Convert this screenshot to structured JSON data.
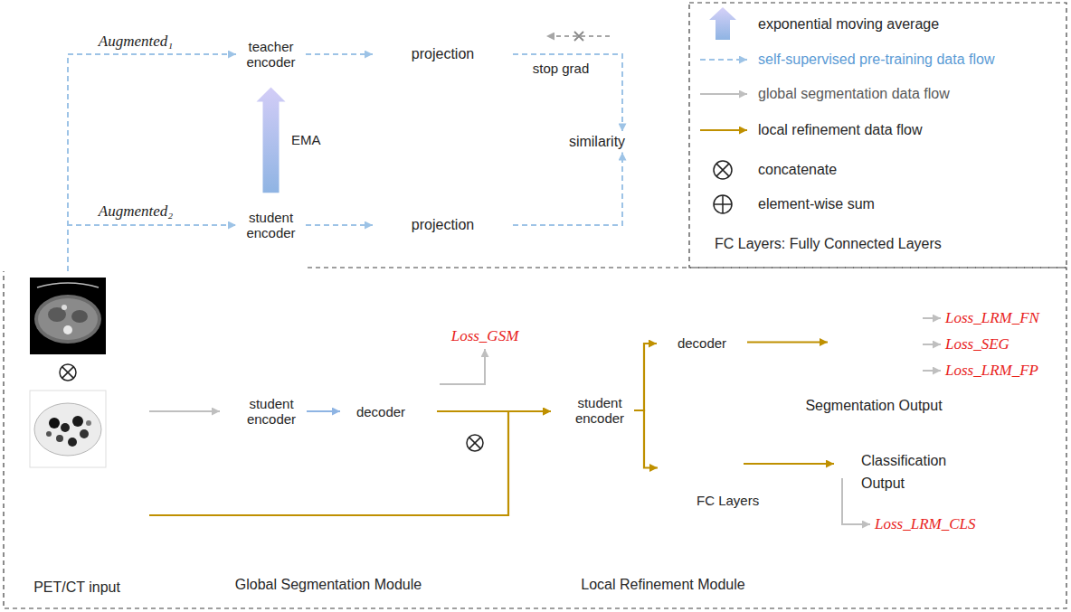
{
  "diagram": {
    "nodes": [
      {
        "text": [
          "teacher encoder"
        ]
      },
      {
        "text": [
          "projection"
        ]
      },
      {
        "text": [
          "student encoder"
        ]
      },
      {
        "text": [
          "projection"
        ]
      },
      {
        "text": [
          "similarity"
        ]
      },
      {
        "text": [
          "PET/CT input"
        ]
      },
      {
        "text": [
          "Global Segmentation Module"
        ]
      },
      {
        "text": [
          "student encoder"
        ],
        "in": 6
      },
      {
        "text": [
          "decoder"
        ],
        "in": 6
      },
      {
        "text": [
          "Local Refinement Module"
        ]
      },
      {
        "text": [
          "student encoder"
        ],
        "in": 9
      },
      {
        "text": [
          "decoder"
        ],
        "in": 9
      },
      {
        "text": [
          "FC Layers"
        ],
        "in": 9
      },
      {
        "text": [
          "Segmentation Output"
        ]
      },
      {
        "text": [
          "Classification Output"
        ]
      }
    ],
    "edges": [
      {
        "from": 5,
        "to": 0,
        "arrow": "to",
        "label": "Augmented₁"
      },
      {
        "from": 5,
        "to": 2,
        "arrow": "to",
        "label": "Augmented₂"
      },
      {
        "from": 0,
        "to": 1,
        "arrow": "to"
      },
      {
        "from": 2,
        "to": 3,
        "arrow": "to"
      },
      {
        "from": 1,
        "to": 4,
        "arrow": "to"
      },
      {
        "from": 3,
        "to": 4,
        "arrow": "to"
      },
      {
        "from": 2,
        "to": 0,
        "arrow": "to",
        "label": "EMA"
      },
      {
        "from": 5,
        "to": 6,
        "arrow": "to"
      },
      {
        "from": 7,
        "to": 8,
        "arrow": "to"
      },
      {
        "from": 6,
        "to": 9,
        "arrow": "to"
      },
      {
        "from": 5,
        "to": 9,
        "arrow": "to"
      },
      {
        "from": 10,
        "to": 11,
        "arrow": "to"
      },
      {
        "from": 10,
        "to": 12,
        "arrow": "to"
      },
      {
        "from": 11,
        "to": 13,
        "arrow": "to"
      },
      {
        "from": 12,
        "to": 14,
        "arrow": "to"
      }
    ],
    "labels": [
      "Loss_GSM",
      "Loss_LRM_FN",
      "Loss_SEG",
      "Loss_LRM_FP",
      "Loss_LRM_CLS",
      "stop grad",
      "FC Layers: Fully Connected Layers"
    ],
    "legend": [
      {
        "text": "exponential moving average"
      },
      {
        "text": "self-supervised pre-training data flow"
      },
      {
        "text": "global segmentation data flow"
      },
      {
        "text": "local refinement data flow"
      },
      {
        "text": "concatenate"
      },
      {
        "text": "element-wise sum"
      }
    ]
  }
}
